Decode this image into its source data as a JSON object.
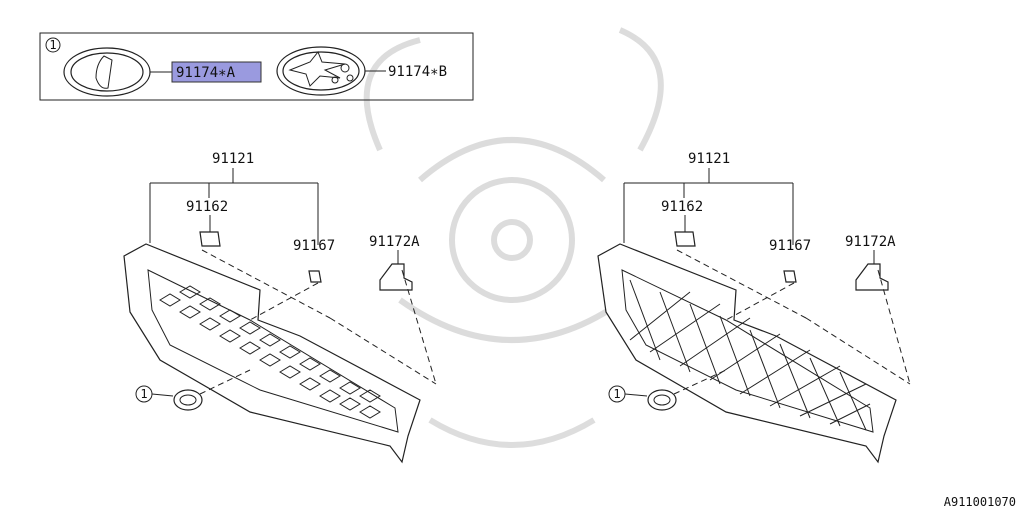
{
  "legend": {
    "ref_marker": "1",
    "part_a": "91174∗A",
    "part_b": "91174∗B"
  },
  "left_assembly": {
    "grille": "91121",
    "clip": "91162",
    "fastener": "91167",
    "bracket": "91172A",
    "ref_marker": "1"
  },
  "right_assembly": {
    "grille": "91121",
    "clip": "91162",
    "fastener": "91167",
    "bracket": "91172A",
    "ref_marker": "1"
  },
  "diagram_id": "A911001070"
}
